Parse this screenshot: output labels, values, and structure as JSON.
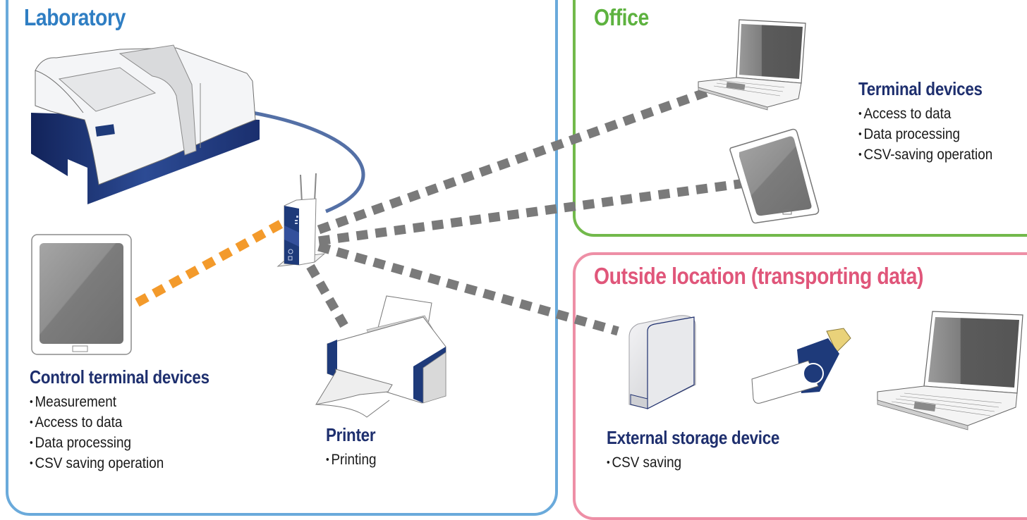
{
  "zones": {
    "laboratory": {
      "title": "Laboratory",
      "color": "#2f7ec3"
    },
    "office": {
      "title": "Office",
      "color": "#5db23f"
    },
    "outside": {
      "title": "Outside location (transporting data)",
      "color": "#e0567a"
    }
  },
  "groups": {
    "control_terminal": {
      "heading": "Control terminal devices",
      "items": [
        "Measurement",
        "Access to data",
        "Data processing",
        "CSV saving operation"
      ]
    },
    "printer": {
      "heading": "Printer",
      "items": [
        "Printing"
      ]
    },
    "terminal_devices": {
      "heading": "Terminal devices",
      "items": [
        "Access to data",
        "Data processing",
        "CSV-saving operation"
      ]
    },
    "external_storage": {
      "heading": "External storage device",
      "items": [
        "CSV saving"
      ]
    }
  },
  "devices": [
    {
      "id": "lab-instrument",
      "icon": "spectrometer-icon",
      "zone": "laboratory"
    },
    {
      "id": "wireless-router",
      "icon": "router-icon",
      "zone": "laboratory"
    },
    {
      "id": "control-tablet",
      "icon": "tablet-icon",
      "zone": "laboratory"
    },
    {
      "id": "printer",
      "icon": "printer-icon",
      "zone": "laboratory"
    },
    {
      "id": "office-laptop",
      "icon": "laptop-icon",
      "zone": "office"
    },
    {
      "id": "office-tablet",
      "icon": "tablet-icon",
      "zone": "office"
    },
    {
      "id": "external-hdd",
      "icon": "hard-drive-icon",
      "zone": "outside"
    },
    {
      "id": "usb-drive",
      "icon": "usb-drive-icon",
      "zone": "outside"
    },
    {
      "id": "outside-laptop",
      "icon": "laptop-icon",
      "zone": "outside"
    }
  ],
  "connections": [
    {
      "from": "lab-instrument",
      "to": "wireless-router",
      "type": "wired",
      "color": "#5470a6"
    },
    {
      "from": "wireless-router",
      "to": "control-tablet",
      "type": "wireless",
      "color": "#f39a2b"
    },
    {
      "from": "wireless-router",
      "to": "office-laptop",
      "type": "wireless",
      "color": "#7a7a7a"
    },
    {
      "from": "wireless-router",
      "to": "office-tablet",
      "type": "wireless",
      "color": "#7a7a7a"
    },
    {
      "from": "wireless-router",
      "to": "external-hdd",
      "type": "wireless",
      "color": "#7a7a7a"
    },
    {
      "from": "wireless-router",
      "to": "printer",
      "type": "wireless",
      "color": "#7a7a7a"
    }
  ],
  "colors": {
    "navy": "#1e3a7a",
    "heading_text": "#1e2f6e"
  }
}
